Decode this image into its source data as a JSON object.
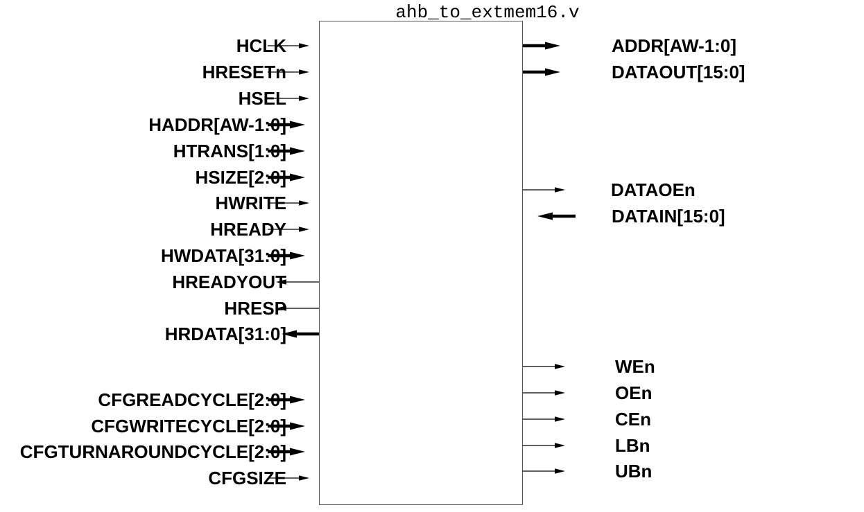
{
  "title": "ahb_to_extmem16.v",
  "colors": {
    "line": "#000000",
    "block_border": "#555555",
    "background": "#ffffff"
  },
  "inputs_left": [
    {
      "label": "HCLK",
      "direction": "in",
      "width": "single"
    },
    {
      "label": "HRESETn",
      "direction": "in",
      "width": "single"
    },
    {
      "label": "HSEL",
      "direction": "in",
      "width": "single"
    },
    {
      "label": "HADDR[AW-1:0]",
      "direction": "in",
      "width": "bus"
    },
    {
      "label": "HTRANS[1:0]",
      "direction": "in",
      "width": "bus"
    },
    {
      "label": "HSIZE[2:0]",
      "direction": "in",
      "width": "bus"
    },
    {
      "label": "HWRITE",
      "direction": "in",
      "width": "single"
    },
    {
      "label": "HREADY",
      "direction": "in",
      "width": "single"
    },
    {
      "label": "HWDATA[31:0]",
      "direction": "in",
      "width": "bus"
    },
    {
      "label": "HREADYOUT",
      "direction": "out",
      "width": "single"
    },
    {
      "label": "HRESP",
      "direction": "out",
      "width": "single"
    },
    {
      "label": "HRDATA[31:0]",
      "direction": "out",
      "width": "bus"
    },
    {
      "label": "CFGREADCYCLE[2:0]",
      "direction": "in",
      "width": "bus"
    },
    {
      "label": "CFGWRITECYCLE[2:0]",
      "direction": "in",
      "width": "bus"
    },
    {
      "label": "CFGTURNAROUNDCYCLE[2:0]",
      "direction": "in",
      "width": "bus"
    },
    {
      "label": "CFGSIZE",
      "direction": "in",
      "width": "single"
    }
  ],
  "outputs_right": [
    {
      "label": "ADDR[AW-1:0]",
      "direction": "out",
      "width": "bus"
    },
    {
      "label": "DATAOUT[15:0]",
      "direction": "out",
      "width": "bus"
    },
    {
      "label": "DATAOEn",
      "direction": "out",
      "width": "single"
    },
    {
      "label": "DATAIN[15:0]",
      "direction": "in",
      "width": "bus"
    },
    {
      "label": "WEn",
      "direction": "out",
      "width": "single"
    },
    {
      "label": "OEn",
      "direction": "out",
      "width": "single"
    },
    {
      "label": "CEn",
      "direction": "out",
      "width": "single"
    },
    {
      "label": "LBn",
      "direction": "out",
      "width": "single"
    },
    {
      "label": "UBn",
      "direction": "out",
      "width": "single"
    }
  ]
}
